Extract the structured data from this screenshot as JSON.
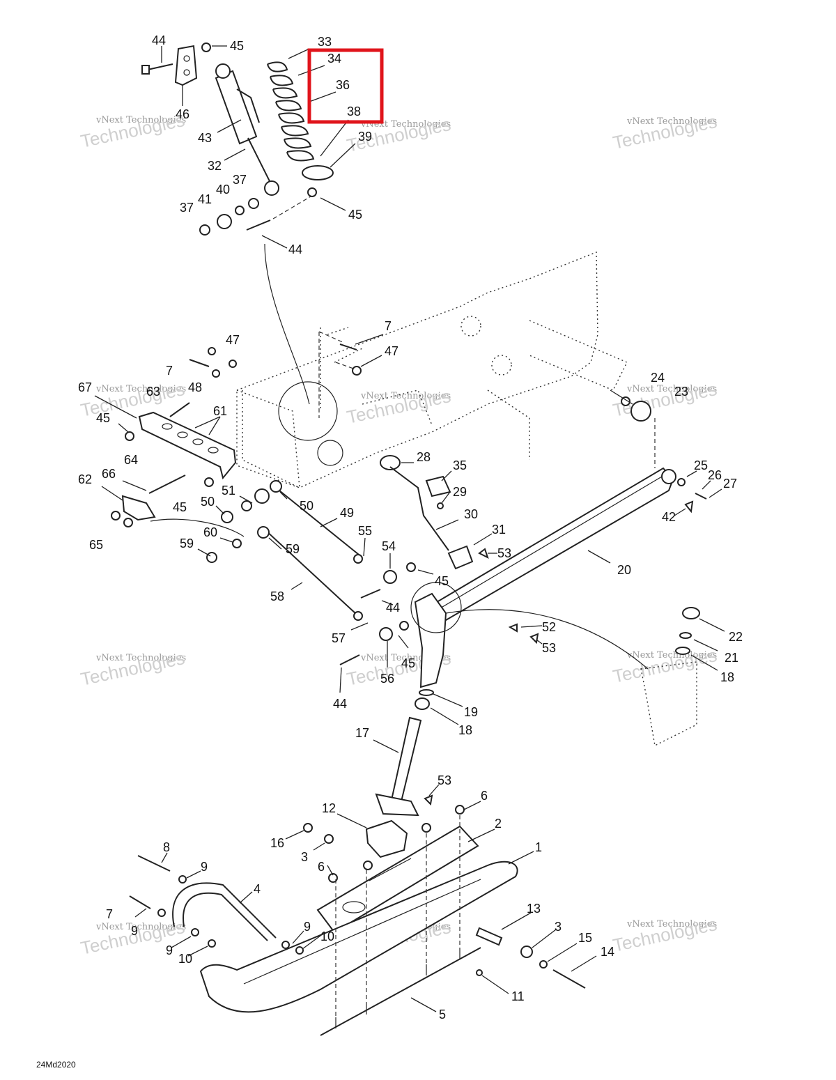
{
  "diagram_code": "24Md2020",
  "watermark": {
    "line1": "vNext Technologies",
    "line2": "Technologies"
  },
  "highlight_color": "#e0141b",
  "highlighted_callouts": [
    "34",
    "36",
    "38"
  ],
  "callouts": [
    {
      "text": "44"
    },
    {
      "text": "45"
    },
    {
      "text": "33"
    },
    {
      "text": "34"
    },
    {
      "text": "36"
    },
    {
      "text": "38"
    },
    {
      "text": "46"
    },
    {
      "text": "43"
    },
    {
      "text": "39"
    },
    {
      "text": "32"
    },
    {
      "text": "37"
    },
    {
      "text": "40"
    },
    {
      "text": "41"
    },
    {
      "text": "37"
    },
    {
      "text": "45"
    },
    {
      "text": "44"
    },
    {
      "text": "7"
    },
    {
      "text": "47"
    },
    {
      "text": "47"
    },
    {
      "text": "7"
    },
    {
      "text": "48"
    },
    {
      "text": "67"
    },
    {
      "text": "63"
    },
    {
      "text": "61"
    },
    {
      "text": "45"
    },
    {
      "text": "24"
    },
    {
      "text": "23"
    },
    {
      "text": "28"
    },
    {
      "text": "35"
    },
    {
      "text": "29"
    },
    {
      "text": "64"
    },
    {
      "text": "66"
    },
    {
      "text": "62"
    },
    {
      "text": "51"
    },
    {
      "text": "50"
    },
    {
      "text": "50"
    },
    {
      "text": "45"
    },
    {
      "text": "25"
    },
    {
      "text": "26"
    },
    {
      "text": "27"
    },
    {
      "text": "42"
    },
    {
      "text": "30"
    },
    {
      "text": "49"
    },
    {
      "text": "31"
    },
    {
      "text": "53"
    },
    {
      "text": "60"
    },
    {
      "text": "59"
    },
    {
      "text": "59"
    },
    {
      "text": "55"
    },
    {
      "text": "54"
    },
    {
      "text": "65"
    },
    {
      "text": "45"
    },
    {
      "text": "20"
    },
    {
      "text": "58"
    },
    {
      "text": "44"
    },
    {
      "text": "52"
    },
    {
      "text": "53"
    },
    {
      "text": "22"
    },
    {
      "text": "57"
    },
    {
      "text": "21"
    },
    {
      "text": "45"
    },
    {
      "text": "56"
    },
    {
      "text": "18"
    },
    {
      "text": "44"
    },
    {
      "text": "19"
    },
    {
      "text": "18"
    },
    {
      "text": "17"
    },
    {
      "text": "53"
    },
    {
      "text": "6"
    },
    {
      "text": "12"
    },
    {
      "text": "2"
    },
    {
      "text": "16"
    },
    {
      "text": "3"
    },
    {
      "text": "6"
    },
    {
      "text": "8"
    },
    {
      "text": "1"
    },
    {
      "text": "9"
    },
    {
      "text": "4"
    },
    {
      "text": "7"
    },
    {
      "text": "9"
    },
    {
      "text": "13"
    },
    {
      "text": "9"
    },
    {
      "text": "10"
    },
    {
      "text": "3"
    },
    {
      "text": "9"
    },
    {
      "text": "10"
    },
    {
      "text": "15"
    },
    {
      "text": "14"
    },
    {
      "text": "11"
    },
    {
      "text": "5"
    }
  ]
}
